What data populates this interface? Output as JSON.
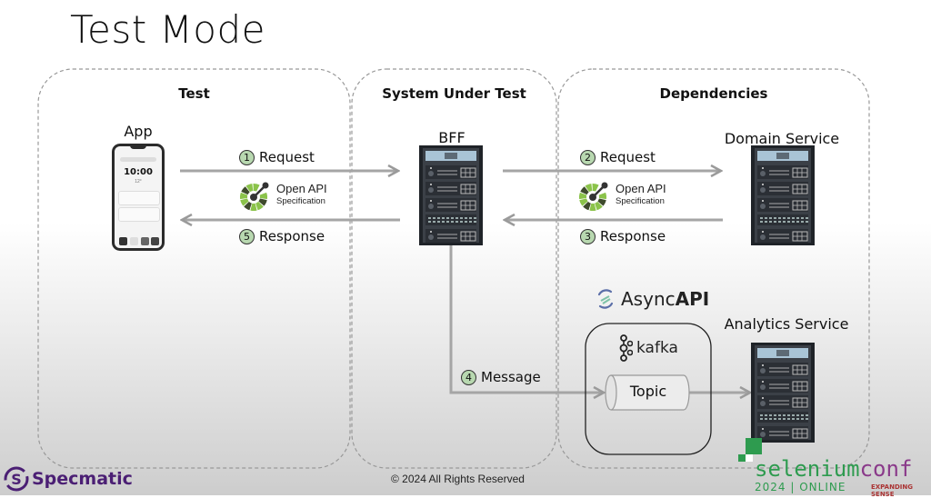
{
  "slide": {
    "title": "Test Mode",
    "zones": {
      "test": "Test",
      "sut": "System Under Test",
      "deps": "Dependencies"
    },
    "nodes": {
      "app": "App",
      "bff": "BFF",
      "domain_service": "Domain Service",
      "analytics_service": "Analytics Service"
    },
    "phone": {
      "time": "10:00",
      "date": "12°"
    },
    "flows": [
      {
        "step": "1",
        "label": "Request"
      },
      {
        "step": "5",
        "label": "Response"
      },
      {
        "step": "2",
        "label": "Request"
      },
      {
        "step": "3",
        "label": "Response"
      },
      {
        "step": "4",
        "label": "Message"
      }
    ],
    "openapi": {
      "name": "Open API",
      "sub": "Specification",
      "colors": {
        "light": "#8bc34a",
        "dark": "#3e4a2c"
      }
    },
    "asyncapi": {
      "prefix": "Async",
      "bold": "API"
    },
    "kafka": {
      "label": "kafka",
      "topic": "Topic"
    },
    "footer": {
      "brand": "Specmatic",
      "brand_color": "#4b1f74",
      "copyright": "© 2024 All Rights Reserved"
    },
    "watermark": {
      "name": "selenium",
      "suffix": "conf",
      "sub": "2024 | ONLINE",
      "partner_sub": "EXPANDING SENSE",
      "color": "#2e9b4f"
    }
  }
}
